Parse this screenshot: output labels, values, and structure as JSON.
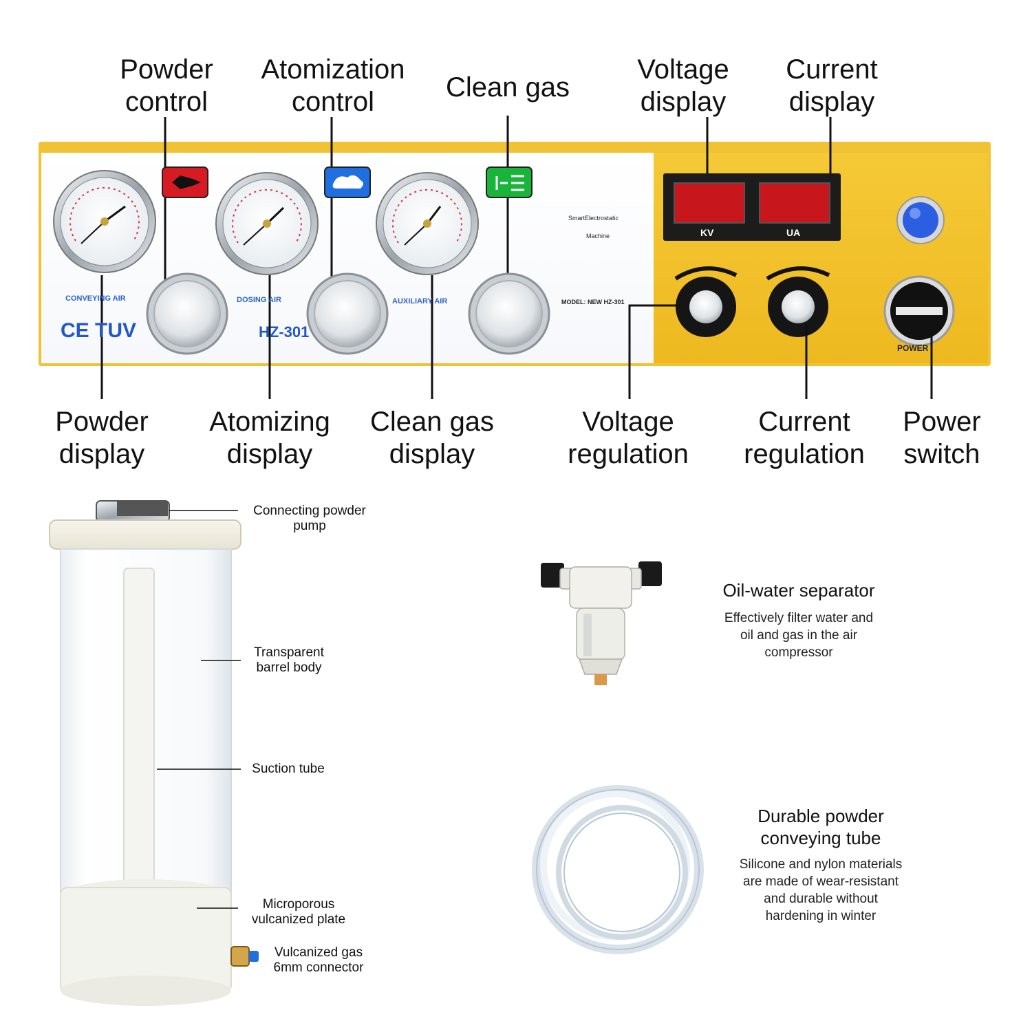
{
  "top_labels": {
    "powder_control": [
      "Powder",
      "control"
    ],
    "atomization_control": [
      "Atomization",
      "control"
    ],
    "clean_gas": [
      "Clean gas"
    ],
    "voltage_display": [
      "Voltage",
      "display"
    ],
    "current_display": [
      "Current",
      "display"
    ]
  },
  "bottom_labels": {
    "powder_display": [
      "Powder",
      "display"
    ],
    "atomizing_display": [
      "Atomizing",
      "display"
    ],
    "clean_gas_display": [
      "Clean gas",
      "display"
    ],
    "voltage_regulation": [
      "Voltage",
      "regulation"
    ],
    "current_regulation": [
      "Current",
      "regulation"
    ],
    "power_switch": [
      "Power",
      "switch"
    ]
  },
  "panel": {
    "gauge_labels": [
      "CONVEYING AIR",
      "DOSING AIR",
      "AUXILIARY AIR"
    ],
    "certifications": "CE  TUV",
    "model_badge": "HZ-301",
    "brand_lines": [
      "SmartElectrostatic",
      "Machine"
    ],
    "model_line": "MODEL:   NEW HZ-301",
    "display_units": [
      "KV",
      "UA"
    ],
    "power_text": "POWER",
    "colors": {
      "panel_yellow": "#f1c233",
      "power_blue": "#2b5ee0",
      "display_red": "#c8161d",
      "icon_red": "#d81b22",
      "icon_blue": "#1f6fe0",
      "icon_green": "#19b43a"
    }
  },
  "barrel_callouts": {
    "connecting": [
      "Connecting powder",
      "pump"
    ],
    "transparent": [
      "Transparent",
      "barrel body"
    ],
    "suction": [
      "Suction tube"
    ],
    "microporous": [
      "Microporous",
      "vulcanized plate"
    ],
    "connector": [
      "Vulcanized gas",
      "6mm connector"
    ]
  },
  "separator": {
    "title": [
      "Oil-water separator"
    ],
    "desc": [
      "Effectively filter water and",
      "oil and gas in the air",
      "compressor"
    ]
  },
  "tube": {
    "title": [
      "Durable powder",
      "conveying tube"
    ],
    "desc": [
      "Silicone and nylon materials",
      "are made of wear-resistant",
      "and durable without",
      "hardening in winter"
    ]
  }
}
